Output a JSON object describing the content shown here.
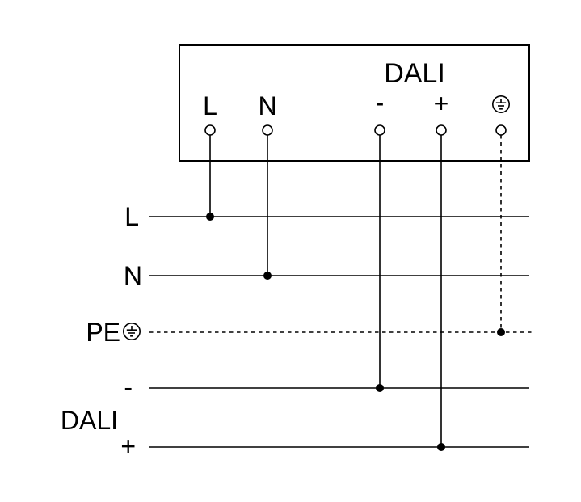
{
  "device": {
    "title": "DALI",
    "terminals": {
      "l": "L",
      "n": "N",
      "minus": "-",
      "plus": "+",
      "earth_icon": "earth-ground-icon"
    }
  },
  "mains": {
    "l": "L",
    "n": "N",
    "pe": "PE",
    "pe_earth_icon": "earth-ground-icon"
  },
  "bus": {
    "label": "DALI",
    "minus": "-",
    "plus": "+"
  },
  "colors": {
    "line": "#000000",
    "background": "#ffffff"
  }
}
